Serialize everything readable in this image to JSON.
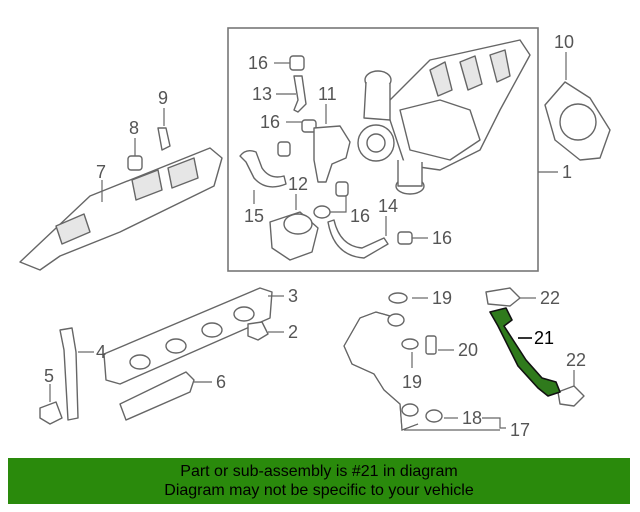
{
  "callouts": {
    "c1": "1",
    "c2": "2",
    "c3": "3",
    "c4": "4",
    "c5": "5",
    "c6": "6",
    "c7": "7",
    "c8": "8",
    "c9": "9",
    "c10": "10",
    "c11": "11",
    "c12": "12",
    "c13": "13",
    "c14": "14",
    "c15": "15",
    "c16a": "16",
    "c16b": "16",
    "c16c": "16",
    "c16d": "16",
    "c17": "17",
    "c18": "18",
    "c19a": "19",
    "c19b": "19",
    "c20": "20",
    "c21": "21",
    "c22a": "22",
    "c22b": "22"
  },
  "banner": {
    "line1": "Part or sub-assembly is #21 in diagram",
    "line2": "Diagram may not be specific to your vehicle"
  },
  "colors": {
    "banner": "#2a8a0c",
    "highlight_part": "#2f7a1c"
  }
}
